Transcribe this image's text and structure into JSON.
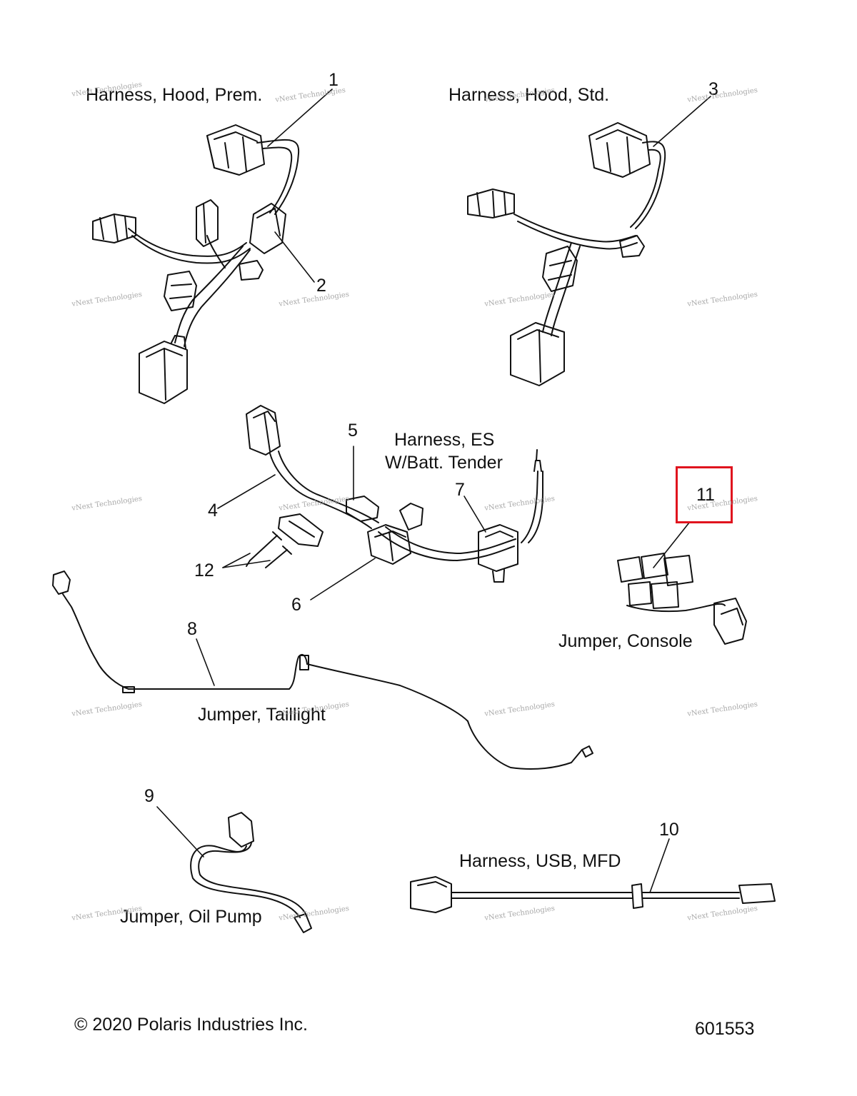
{
  "labels": {
    "hood_prem": "Harness, Hood, Prem.",
    "hood_std": "Harness, Hood, Std.",
    "es_line1": "Harness, ES",
    "es_line2": "W/Batt. Tender",
    "console": "Jumper, Console",
    "taillight": "Jumper, Taillight",
    "oil_pump": "Jumper, Oil Pump",
    "usb": "Harness, USB, MFD"
  },
  "callouts": [
    "1",
    "2",
    "3",
    "4",
    "5",
    "6",
    "7",
    "8",
    "9",
    "10",
    "11",
    "12"
  ],
  "highlighted_callout": "11",
  "watermark": {
    "line1": "vNext Technologies",
    "line2": "Technologies"
  },
  "footer": {
    "copyright": "© 2020 Polaris Industries Inc.",
    "part_number": "601553"
  },
  "colors": {
    "line": "#111111",
    "highlight": "#e0141e",
    "watermark": "#9a9a9a"
  }
}
